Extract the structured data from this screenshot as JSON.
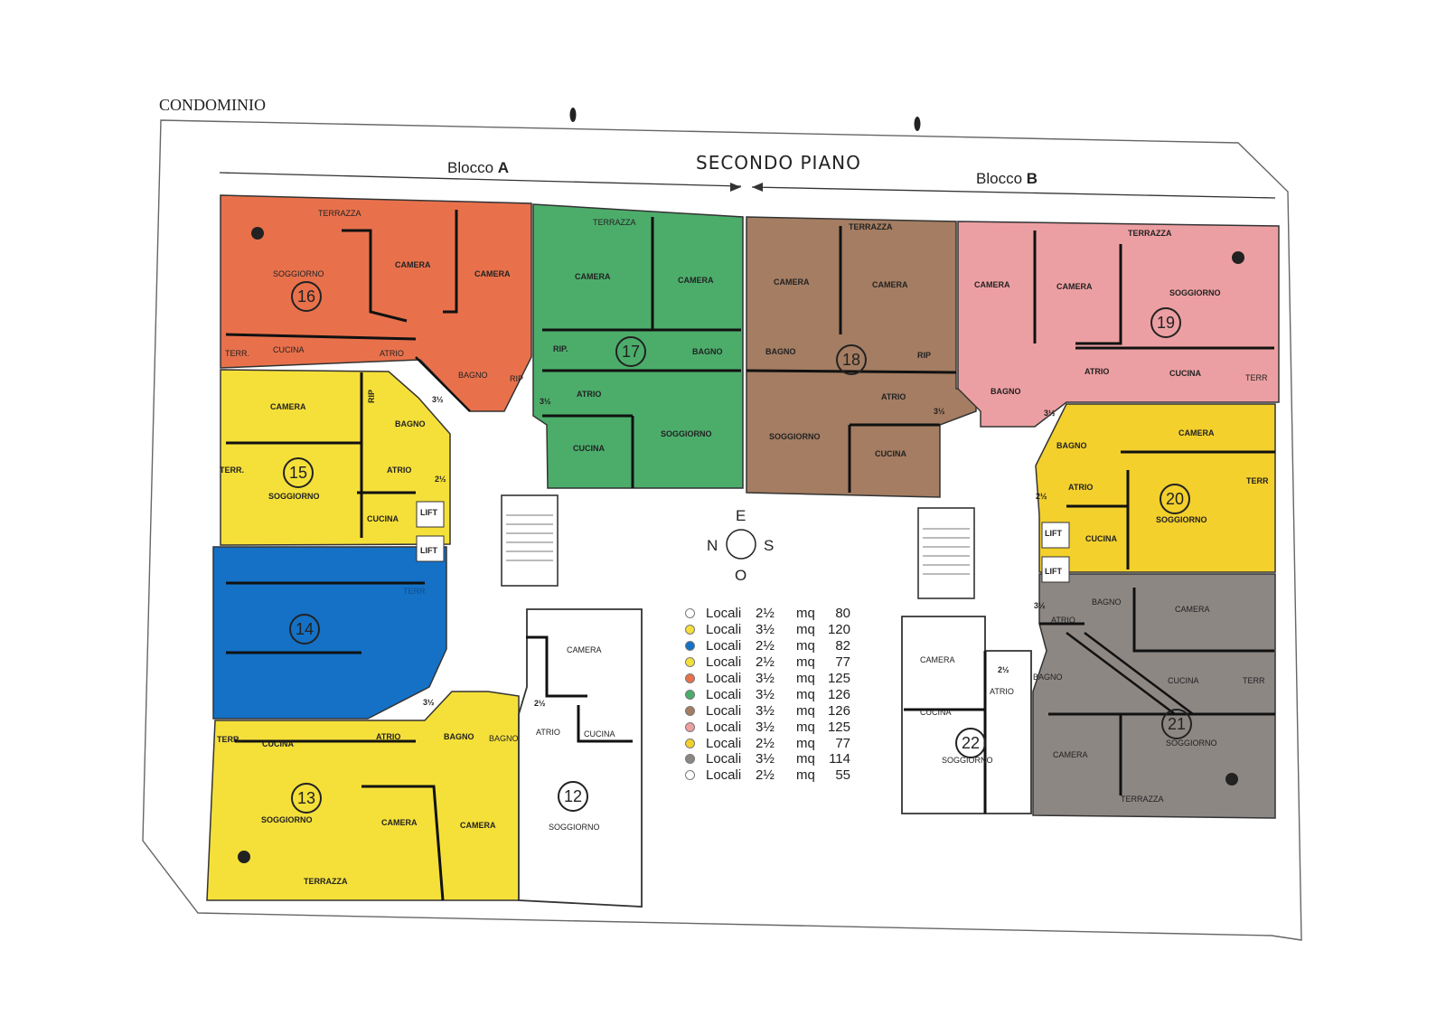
{
  "header": {
    "title": "CONDOMINIO",
    "floor": "SECONDO PIANO",
    "block_a_word": "Blocco",
    "block_a_letter": "A",
    "block_b_word": "Blocco",
    "block_b_letter": "B"
  },
  "compass": {
    "north": "N",
    "east": "E",
    "south": "S",
    "west": "O"
  },
  "colors": {
    "orange": "#e8714c",
    "green": "#4cad6b",
    "brown": "#a47d62",
    "pink": "#ec9fa2",
    "yellow": "#f5e03a",
    "yellow_dark": "#f3d02c",
    "blue": "#1471c6",
    "gray": "#8d8784",
    "white": "#ffffff"
  },
  "units": [
    {
      "number": "12"
    },
    {
      "number": "13"
    },
    {
      "number": "14"
    },
    {
      "number": "15"
    },
    {
      "number": "16"
    },
    {
      "number": "17"
    },
    {
      "number": "18"
    },
    {
      "number": "19"
    },
    {
      "number": "20"
    },
    {
      "number": "21"
    },
    {
      "number": "22"
    }
  ],
  "rooms": [
    {
      "text": "TERRAZZA"
    },
    {
      "text": "CAMERA"
    },
    {
      "text": "CAMERA"
    },
    {
      "text": "SOGGIORNO"
    },
    {
      "text": "TERR."
    },
    {
      "text": "CUCINA"
    },
    {
      "text": "ATRIO"
    },
    {
      "text": "BAGNO"
    },
    {
      "text": "TERRAZZA"
    },
    {
      "text": "CAMERA"
    },
    {
      "text": "CAMERA"
    },
    {
      "text": "RIP."
    },
    {
      "text": "BAGNO"
    },
    {
      "text": "RIP"
    },
    {
      "text": "ATRIO"
    },
    {
      "text": "CUCINA"
    },
    {
      "text": "SOGGIORNO"
    },
    {
      "text": "TERRAZZA"
    },
    {
      "text": "CAMERA"
    },
    {
      "text": "CAMERA"
    },
    {
      "text": "BAGNO"
    },
    {
      "text": "RIP"
    },
    {
      "text": "ATRIO"
    },
    {
      "text": "SOGGIORNO"
    },
    {
      "text": "CUCINA"
    },
    {
      "text": "TERRAZZA"
    },
    {
      "text": "CAMERA"
    },
    {
      "text": "CAMERA"
    },
    {
      "text": "SOGGIORNO"
    },
    {
      "text": "ATRIO"
    },
    {
      "text": "CUCINA"
    },
    {
      "text": "BAGNO"
    },
    {
      "text": "TERR"
    },
    {
      "text": "CAMERA"
    },
    {
      "text": "BAGNO"
    },
    {
      "text": "TERR."
    },
    {
      "text": "ATRIO"
    },
    {
      "text": "SOGGIORNO"
    },
    {
      "text": "CUCINA"
    },
    {
      "text": "RIP"
    },
    {
      "text": "LIFT"
    },
    {
      "text": "LIFT"
    },
    {
      "text": "CAMERA"
    },
    {
      "text": "BAGNO"
    },
    {
      "text": "TERR"
    },
    {
      "text": "ATRIO"
    },
    {
      "text": "SOGGIORNO"
    },
    {
      "text": "CUCINA"
    },
    {
      "text": "TERR"
    },
    {
      "text": "LIFT"
    },
    {
      "text": "LIFT"
    },
    {
      "text": "TERR."
    },
    {
      "text": "CUCINA"
    },
    {
      "text": "ATRIO"
    },
    {
      "text": "BAGNO"
    },
    {
      "text": "SOGGIORNO"
    },
    {
      "text": "CAMERA"
    },
    {
      "text": "CAMERA"
    },
    {
      "text": "TERRAZZA"
    },
    {
      "text": "BAGNO"
    },
    {
      "text": "ATRIO"
    },
    {
      "text": "CUCINA"
    },
    {
      "text": "CAMERA"
    },
    {
      "text": "SOGGIORNO"
    },
    {
      "text": "CAMERA"
    },
    {
      "text": "ATRIO"
    },
    {
      "text": "BAGNO"
    },
    {
      "text": "CUCINA"
    },
    {
      "text": "SOGGIORNO"
    },
    {
      "text": "BAGNO"
    },
    {
      "text": "CAMERA"
    },
    {
      "text": "ATRIO"
    },
    {
      "text": "CUCINA"
    },
    {
      "text": "TERR"
    },
    {
      "text": "SOGGIORNO"
    },
    {
      "text": "CAMERA"
    },
    {
      "text": "TERRAZZA"
    }
  ],
  "stair_marks": [
    {
      "text": "3½"
    },
    {
      "text": "3½"
    },
    {
      "text": "2½"
    },
    {
      "text": "3½"
    },
    {
      "text": "2½"
    },
    {
      "text": "3½"
    },
    {
      "text": "2½"
    },
    {
      "text": "3½"
    },
    {
      "text": "3½"
    },
    {
      "text": "2½"
    }
  ],
  "legend": [
    {
      "label": "Locali",
      "rooms": "2½",
      "unit": "mq",
      "area": "80",
      "color": "#ffffff"
    },
    {
      "label": "Locali",
      "rooms": "3½",
      "unit": "mq",
      "area": "120",
      "color": "#f5e03a"
    },
    {
      "label": "Locali",
      "rooms": "2½",
      "unit": "mq",
      "area": "82",
      "color": "#1471c6"
    },
    {
      "label": "Locali",
      "rooms": "2½",
      "unit": "mq",
      "area": "77",
      "color": "#f5e03a"
    },
    {
      "label": "Locali",
      "rooms": "3½",
      "unit": "mq",
      "area": "125",
      "color": "#e8714c"
    },
    {
      "label": "Locali",
      "rooms": "3½",
      "unit": "mq",
      "area": "126",
      "color": "#4cad6b"
    },
    {
      "label": "Locali",
      "rooms": "3½",
      "unit": "mq",
      "area": "126",
      "color": "#a47d62"
    },
    {
      "label": "Locali",
      "rooms": "3½",
      "unit": "mq",
      "area": "125",
      "color": "#ec9fa2"
    },
    {
      "label": "Locali",
      "rooms": "2½",
      "unit": "mq",
      "area": "77",
      "color": "#f3d02c"
    },
    {
      "label": "Locali",
      "rooms": "3½",
      "unit": "mq",
      "area": "114",
      "color": "#8d8784"
    },
    {
      "label": "Locali",
      "rooms": "2½",
      "unit": "mq",
      "area": "55",
      "color": "#ffffff"
    }
  ]
}
